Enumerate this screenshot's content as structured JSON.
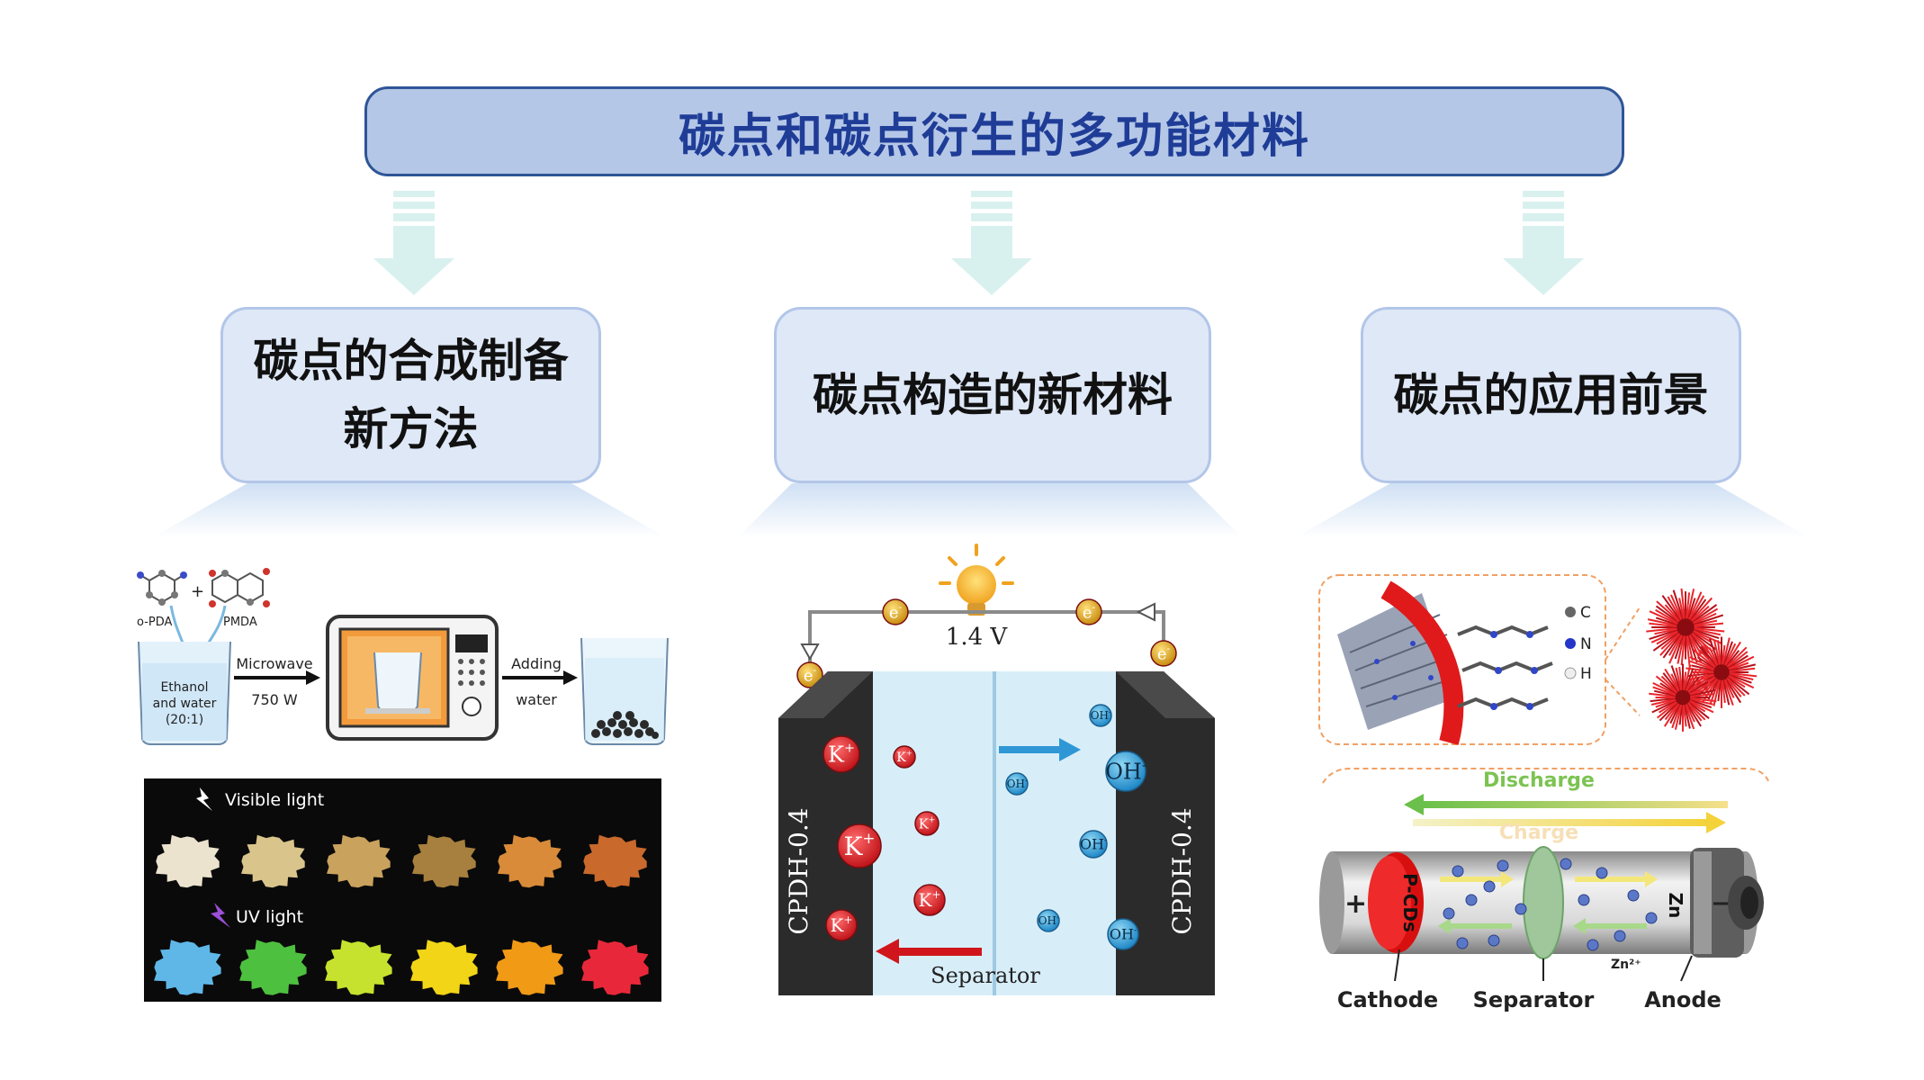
{
  "header": {
    "title": "碳点和碳点衍生的多功能材料"
  },
  "categories": [
    {
      "line1": "碳点的合成制备",
      "line2": "新方法"
    },
    {
      "line1": "碳点构造的新材料",
      "line2": ""
    },
    {
      "line1": "碳点的应用前景",
      "line2": ""
    }
  ],
  "synthesis": {
    "precursor_a": "o-PDA",
    "plus": "+",
    "precursor_b": "PMDA",
    "solvent_line1": "Ethanol",
    "solvent_line2": "and water",
    "solvent_line3": "(20:1)",
    "step1_label": "Microwave",
    "step1_value": "750 W",
    "step2_line1": "Adding",
    "step2_line2": "water"
  },
  "powders": {
    "visible_label": "Visible light",
    "uv_label": "UV light",
    "visible_colors": [
      "#ece3cf",
      "#d9c48c",
      "#c9a25e",
      "#a77f3e",
      "#d98b39",
      "#c9692c"
    ],
    "uv_colors": [
      "#5fb7e8",
      "#4ec03f",
      "#c7e22e",
      "#f2d516",
      "#f19a16",
      "#e8283a"
    ]
  },
  "cell": {
    "voltage": "1.4 V",
    "electrode_left": "CPDH-0.4",
    "electrode_right": "CPDH-0.4",
    "separator_label": "Separator",
    "electron": "e",
    "electron_sup": "-",
    "cation": "K",
    "cation_sup": "+",
    "anion": "OH",
    "anion_sup": "-"
  },
  "battery": {
    "legend_c": "C",
    "legend_n": "N",
    "legend_h": "H",
    "discharge_label": "Discharge",
    "charge_label": "Charge",
    "cathode_material": "P-CDs",
    "anode_material": "Zn",
    "ion_label": "Zn²⁺",
    "cathode_label": "Cathode",
    "separator_label": "Separator",
    "anode_label": "Anode",
    "plus": "+",
    "minus": "−"
  },
  "colors": {
    "title_fill": "#b5c7e7",
    "title_border": "#2e5597",
    "title_text": "#1f3d97",
    "category_fill": "#dfe8f7",
    "arrow": "#d8f1ef"
  }
}
